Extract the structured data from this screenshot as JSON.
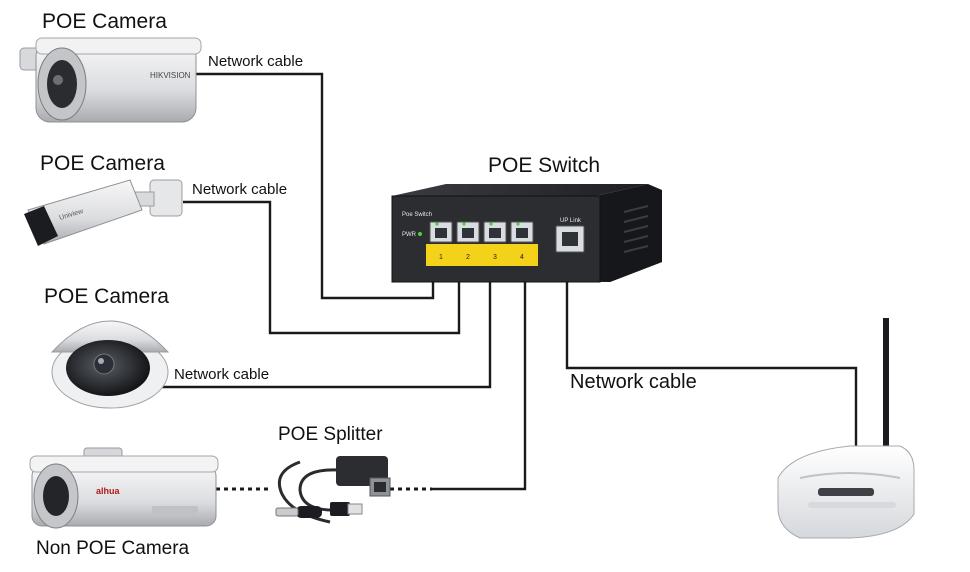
{
  "diagram": {
    "cameras": [
      {
        "label": "POE Camera",
        "brand": "HIKVISION"
      },
      {
        "label": "POE Camera",
        "brand": "Uniview"
      },
      {
        "label": "POE Camera"
      },
      {
        "label": "Non POE Camera",
        "brand": "alhua"
      }
    ],
    "cables": [
      {
        "label": "Network cable"
      },
      {
        "label": "Network cable"
      },
      {
        "label": "Network cable"
      },
      {
        "label": "Network cable"
      }
    ],
    "switch": {
      "label": "POE Switch",
      "panel_text": "Poe Switch",
      "pwr_text": "PWR",
      "uplink_text": "UP Link",
      "port_numbers": [
        "1",
        "2",
        "3",
        "4"
      ]
    },
    "splitter": {
      "label": "POE Splitter"
    },
    "colors": {
      "cable": "#1a1a1a",
      "switch_body": "#2b2d31",
      "port_strip": "#f4d21a",
      "camera_body": "#e9eaec"
    }
  }
}
